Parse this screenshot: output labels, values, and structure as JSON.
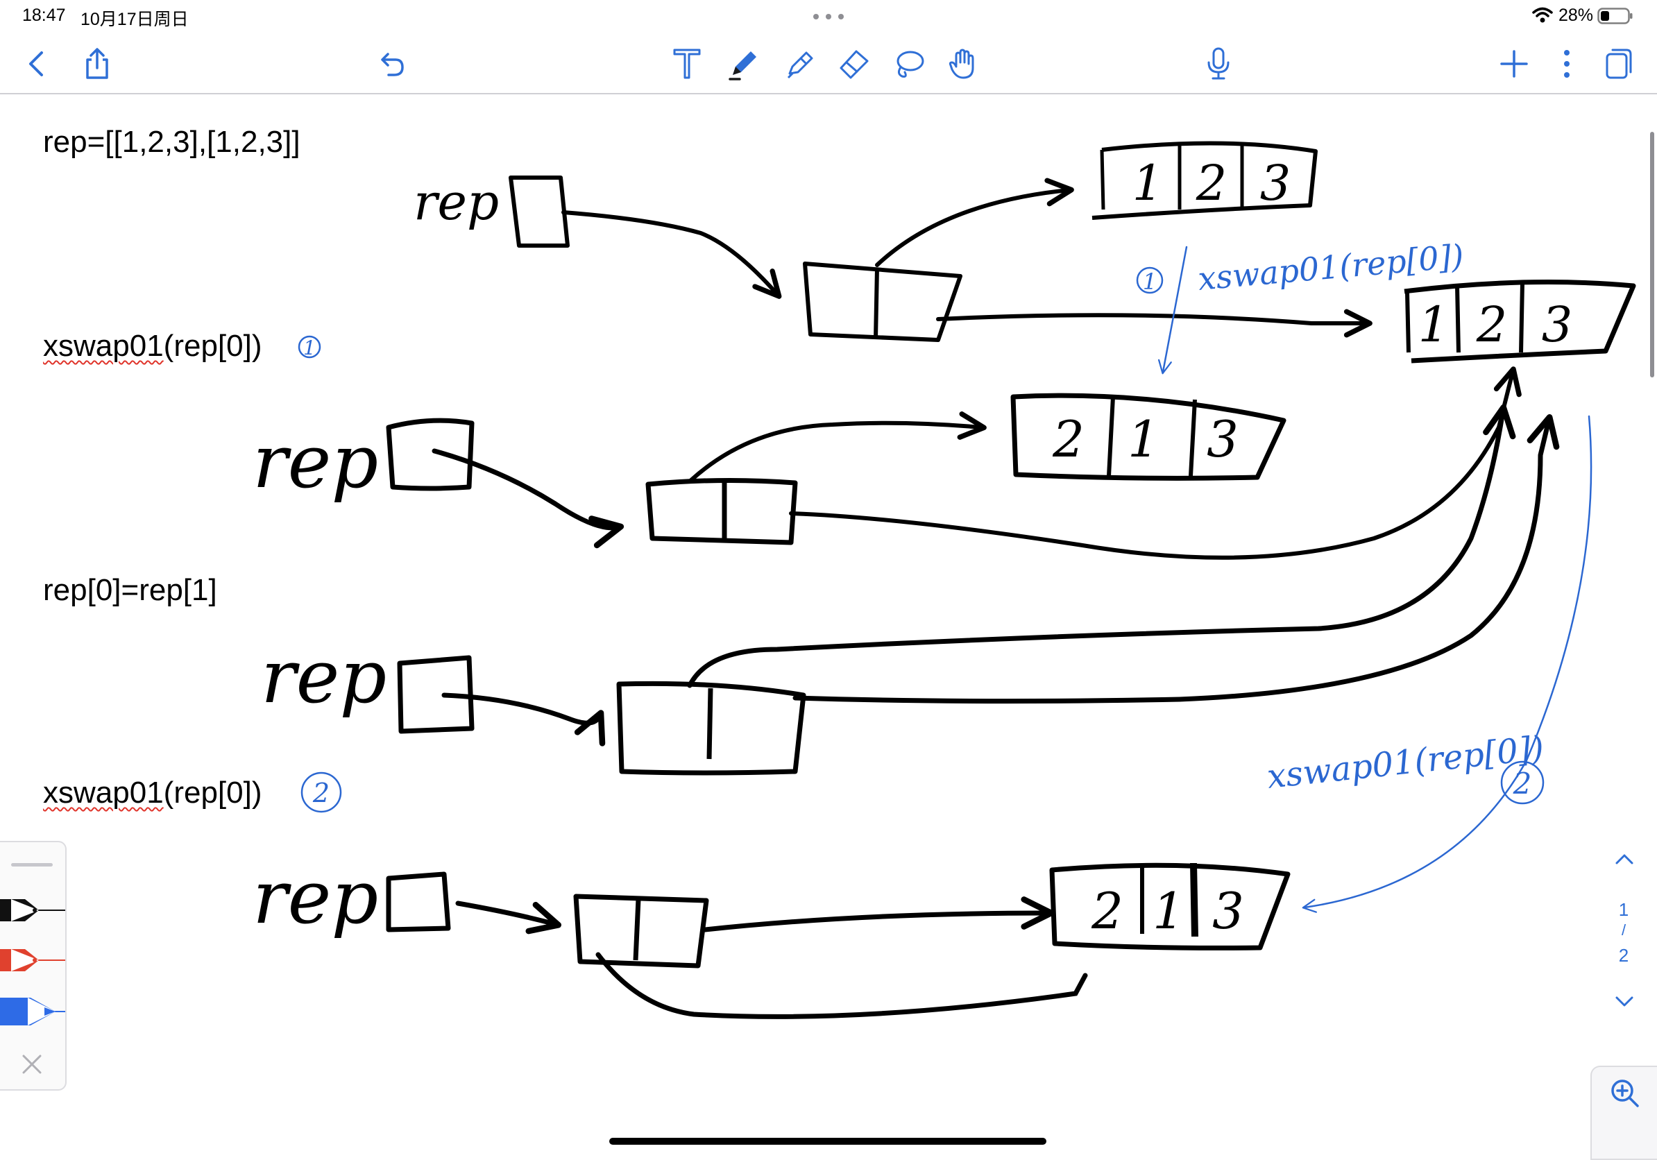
{
  "status_bar": {
    "time": "18:47",
    "date": "10月17日周日",
    "battery": "28%",
    "icons": [
      "multitasking-dots-icon",
      "wifi-icon",
      "battery-icon"
    ]
  },
  "toolbar": {
    "left": [
      "back-chevron-icon",
      "share-icon",
      "undo-icon"
    ],
    "tools": [
      "text-tool-icon",
      "pen-tool-icon",
      "highlighter-tool-icon",
      "eraser-tool-icon",
      "lasso-tool-icon",
      "hand-tool-icon"
    ],
    "middle": [
      "microphone-icon"
    ],
    "right": [
      "add-page-icon",
      "more-icon",
      "pages-icon"
    ],
    "accent_color": "#2f6fd6"
  },
  "notes": {
    "lines": [
      {
        "text": "rep=[[1,2,3],[1,2,3]]"
      },
      {
        "word": "xswap01",
        "rest": "(rep[0])",
        "marker": "1"
      },
      {
        "text": "rep[0]=rep[1]"
      },
      {
        "word": "xswap01",
        "rest": "(rep[0])",
        "marker": "2"
      }
    ]
  },
  "handwriting": {
    "rep_label": "rep",
    "lists": {
      "top_first": [
        "1",
        "2",
        "3"
      ],
      "top_second": [
        "1",
        "2",
        "3"
      ],
      "after_swap_1": [
        "2",
        "1",
        "3"
      ],
      "after_swap_2": [
        "2",
        "1",
        "3"
      ]
    },
    "annotation_1": {
      "marker": "1",
      "text": "xswap01(rep[0])"
    },
    "annotation_2": {
      "text": "xswap01(rep[0])",
      "marker": "2"
    },
    "ink_colors": {
      "black": "#000000",
      "blue": "#2b67d1"
    }
  },
  "pen_palette": {
    "pens": [
      {
        "color": "#111111"
      },
      {
        "color": "#e0412e"
      },
      {
        "color": "#2e6be6"
      }
    ]
  },
  "page_nav": {
    "current": "1",
    "separator": "/",
    "total": "2"
  }
}
